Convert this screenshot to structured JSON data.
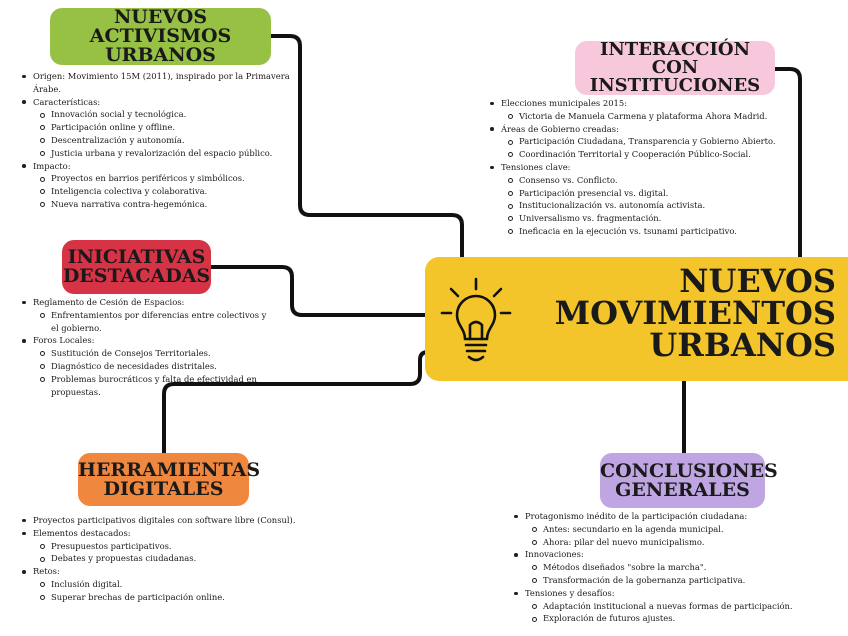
{
  "central": {
    "lines": [
      "NUEVOS",
      "MOVIMIENTOS",
      "URBANOS"
    ],
    "icon": "lightbulb-icon",
    "color": "#f4c52b"
  },
  "branches": {
    "activismos": {
      "title": [
        "NUEVOS ACTIVISMOS",
        "URBANOS"
      ],
      "color": "#97c144",
      "items": [
        {
          "text": "Origen: Movimiento 15M (2011), inspirado por la Primavera Árabe.",
          "children": []
        },
        {
          "text": "Características:",
          "children": [
            "Innovación social y tecnológica.",
            "Participación online y offline.",
            "Descentralización y autonomía.",
            "Justicia urbana y revalorización del espacio público."
          ]
        },
        {
          "text": "Impacto:",
          "children": [
            "Proyectos en barrios periféricos y simbólicos.",
            "Inteligencia colectiva y colaborativa.",
            "Nueva narrativa contra-hegemónica."
          ]
        }
      ]
    },
    "interaccion": {
      "title": [
        "INTERACCIÓN CON",
        "INSTITUCIONES"
      ],
      "color": "#f7c7dc",
      "items": [
        {
          "text": "Elecciones municipales 2015:",
          "children": [
            "Victoria de Manuela Carmena y plataforma Ahora Madrid."
          ]
        },
        {
          "text": "Áreas de Gobierno creadas:",
          "children": [
            "Participación Ciudadana, Transparencia y Gobierno Abierto.",
            "Coordinación Territorial y Cooperación Público-Social."
          ]
        },
        {
          "text": "Tensiones clave:",
          "children": [
            "Consenso vs. Conflicto.",
            "Participación presencial vs. digital.",
            "Institucionalización vs. autonomía activista.",
            "Universalismo vs. fragmentación.",
            "Ineficacia en la ejecución vs. tsunami participativo."
          ]
        }
      ]
    },
    "iniciativas": {
      "title": [
        "INICIATIVAS",
        "DESTACADAS"
      ],
      "color": "#d63347",
      "items": [
        {
          "text": "Reglamento de Cesión de Espacios:",
          "children": [
            "Enfrentamientos por diferencias entre colectivos y el gobierno."
          ]
        },
        {
          "text": "Foros Locales:",
          "children": [
            "Sustitución de Consejos Territoriales.",
            "Diagnóstico de necesidades distritales.",
            "Problemas burocráticos y falta de efectividad en propuestas."
          ]
        }
      ]
    },
    "herramientas": {
      "title": [
        "HERRAMIENTAS",
        "DIGITALES"
      ],
      "color": "#f0873f",
      "items": [
        {
          "text": "Proyectos participativos digitales con software libre (Consul).",
          "children": []
        },
        {
          "text": "Elementos destacados:",
          "children": [
            "Presupuestos participativos.",
            "Debates y propuestas ciudadanas."
          ]
        },
        {
          "text": "Retos:",
          "children": [
            "Inclusión digital.",
            "Superar brechas de participación online."
          ]
        }
      ]
    },
    "conclusiones": {
      "title": [
        "CONCLUSIONES",
        "GENERALES"
      ],
      "color": "#bfa6e2",
      "items": [
        {
          "text": "Protagonismo inédito de la participación ciudadana:",
          "children": [
            "Antes: secundario en la agenda municipal.",
            "Ahora: pilar del nuevo municipalismo."
          ]
        },
        {
          "text": "Innovaciones:",
          "children": [
            "Métodos diseñados \"sobre la marcha\".",
            "Transformación de la gobernanza participativa."
          ]
        },
        {
          "text": "Tensiones y desafíos:",
          "children": [
            "Adaptación institucional a nuevas formas de participación.",
            "Exploración de futuros ajustes."
          ]
        }
      ]
    }
  }
}
